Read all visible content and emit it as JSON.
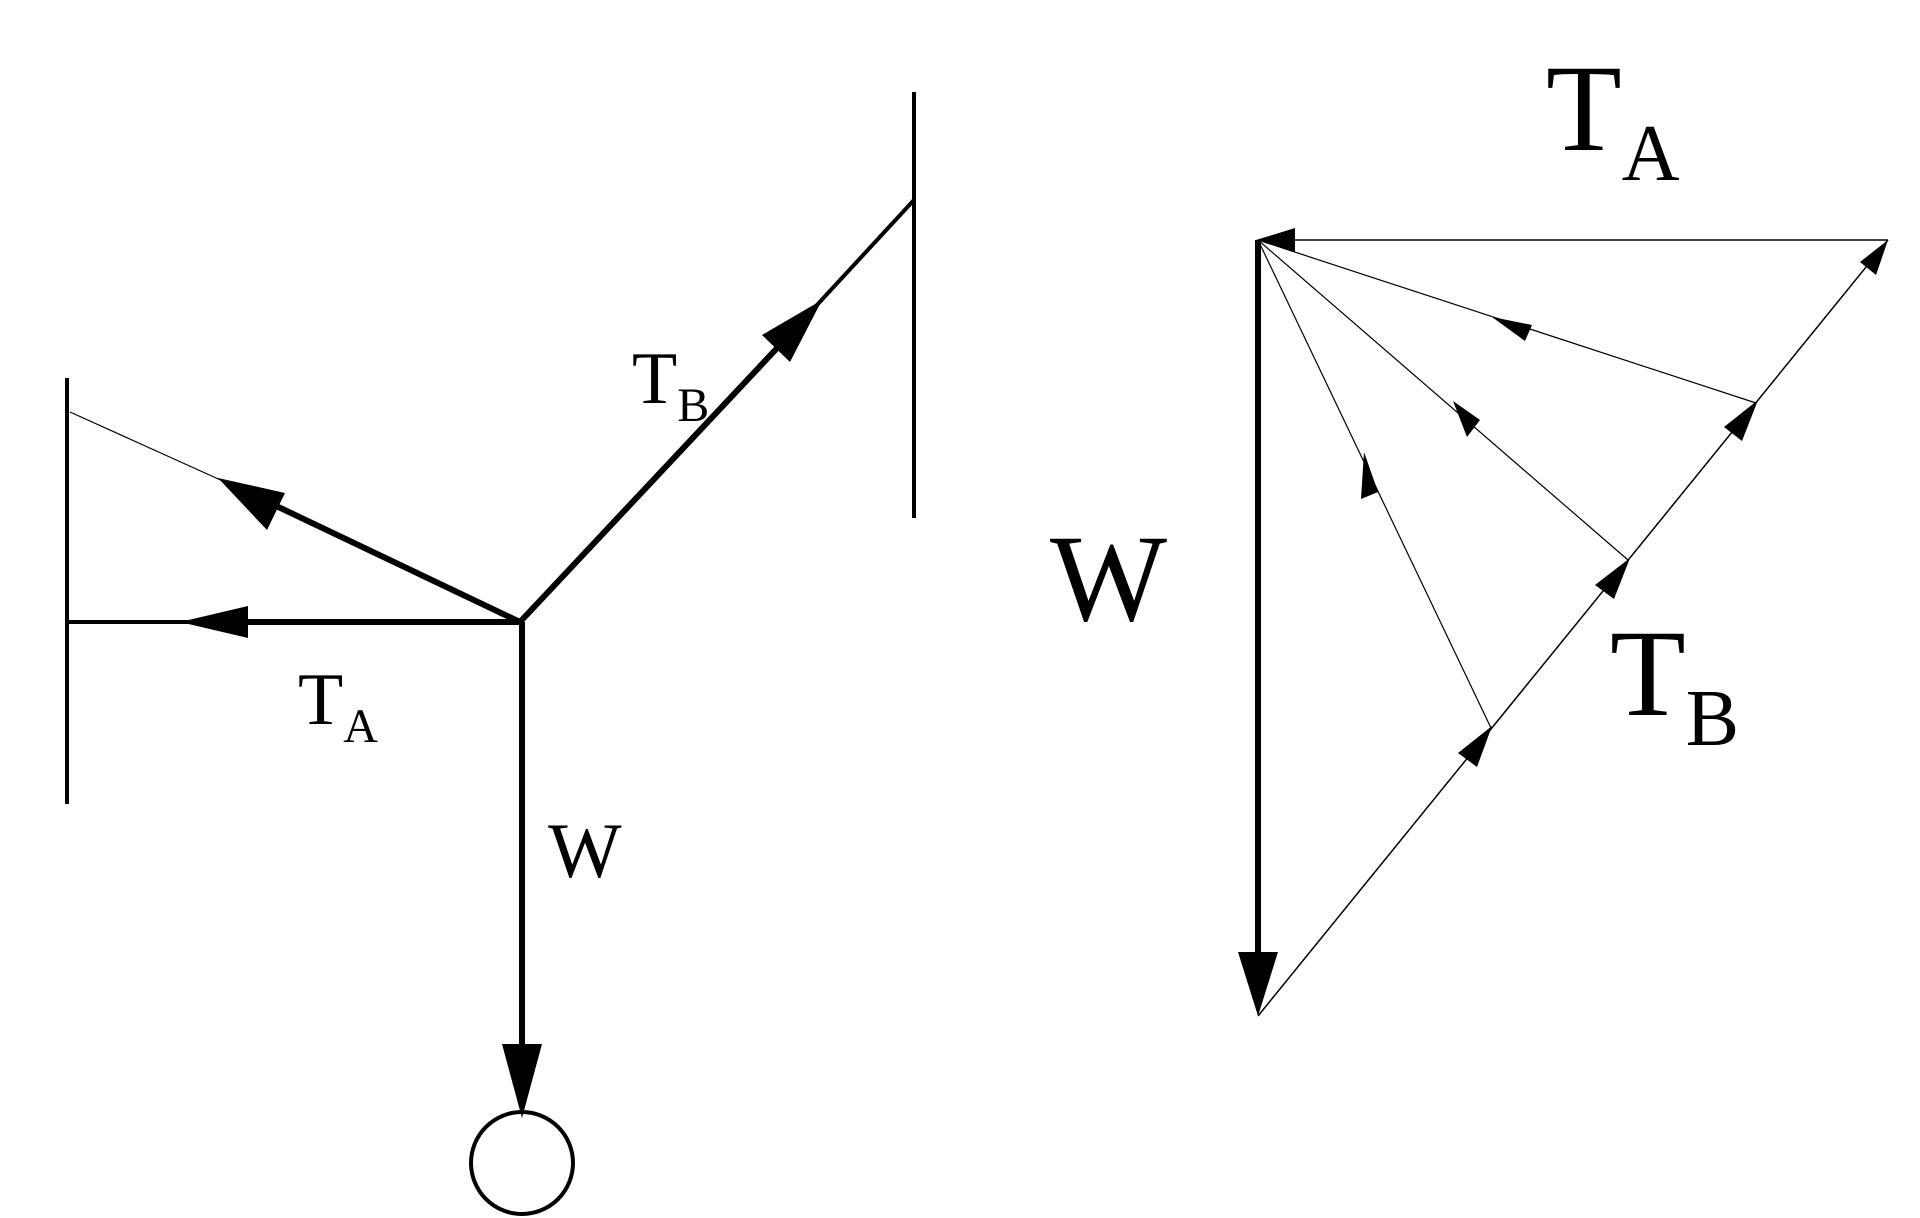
{
  "colors": {
    "ink": "#000000",
    "background": "#ffffff"
  },
  "free_body": {
    "tension_a": {
      "main": "T",
      "sub": "A"
    },
    "tension_b": {
      "main": "T",
      "sub": "B"
    },
    "weight": "W"
  },
  "force_polygon": {
    "tension_a": {
      "main": "T",
      "sub": "A"
    },
    "tension_b": {
      "main": "T",
      "sub": "B"
    },
    "weight": "W"
  }
}
